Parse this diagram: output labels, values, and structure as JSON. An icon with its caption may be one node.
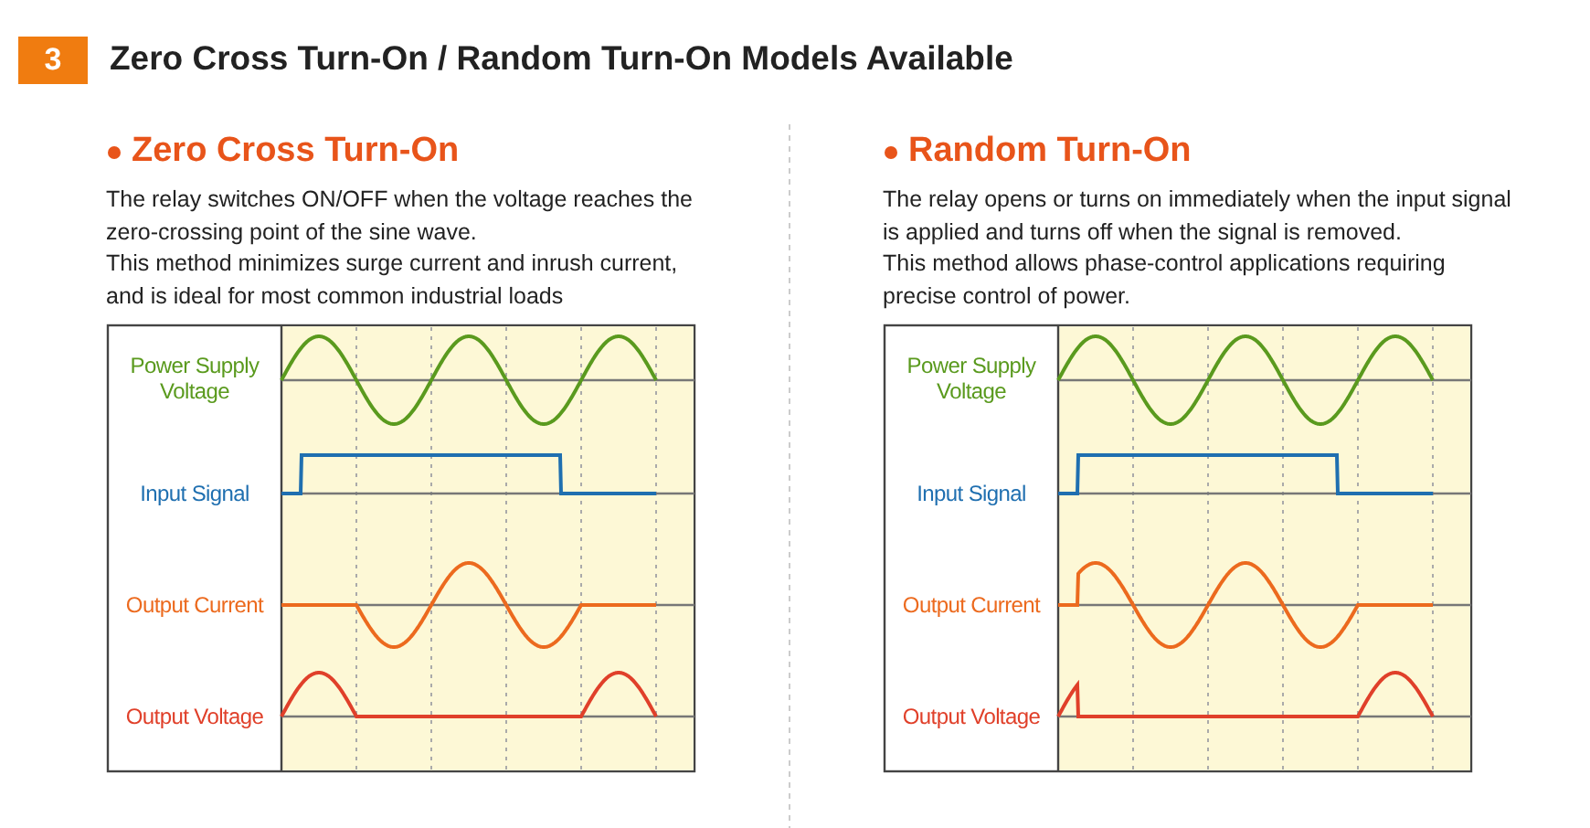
{
  "diagram": {
    "title": "Zero Cross Turn-On / Random Turn-On Models Available",
    "nodes": [
      {
        "text": [
          "3"
        ]
      }
    ],
    "labels": [
      "Zero Cross Turn-On",
      "The relay switches ON/OFF when the voltage reaches the zero-crossing point of the sine wave.",
      "This method minimizes surge current and inrush current, and is ideal for most common industrial loads",
      "Power Supply Voltage",
      "Input Signal",
      "Output Current",
      "Output Voltage",
      "Random Turn-On",
      "The relay opens or turns on immediately when the input signal is applied and turns off when the signal is removed.",
      "This method allows phase-control applications requiring precise control of power.",
      "Power Supply Voltage",
      "Input Signal",
      "Output Current",
      "Output Voltage"
    ]
  }
}
